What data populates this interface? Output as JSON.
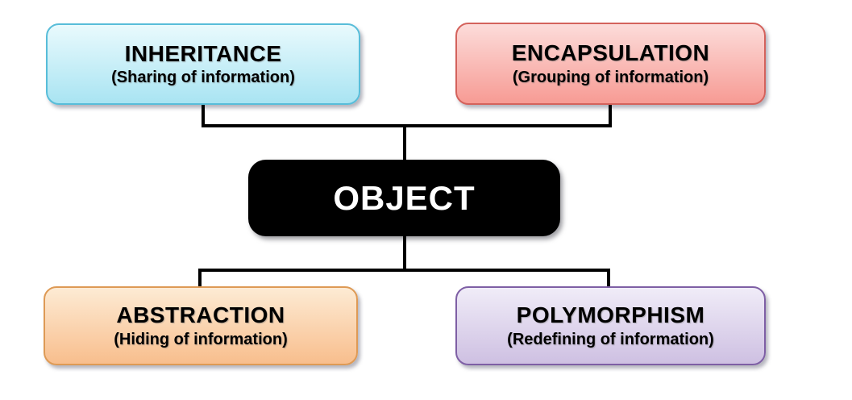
{
  "diagram": {
    "title": "Object oriented programming concepts around OBJECT",
    "center": {
      "label": "OBJECT",
      "fill": "#000000",
      "text_color": "#FFFFFF"
    },
    "nodes": [
      {
        "id": "inheritance",
        "title": "INHERITANCE",
        "subtitle": "(Sharing of information)",
        "fill_top": "#E9FAFD",
        "fill_bottom": "#A9E4F2",
        "border_color": "#58BDD9",
        "position": "top-left"
      },
      {
        "id": "encapsulation",
        "title": "ENCAPSULATION",
        "subtitle": "(Grouping of information)",
        "fill_top": "#FCDCDA",
        "fill_bottom": "#F79B94",
        "border_color": "#D4625C",
        "position": "top-right"
      },
      {
        "id": "abstraction",
        "title": "ABSTRACTION",
        "subtitle": "(Hiding of information)",
        "fill_top": "#FDEBD4",
        "fill_bottom": "#F8BE8D",
        "border_color": "#DE9A55",
        "position": "bottom-left"
      },
      {
        "id": "polymorphism",
        "title": "POLYMORPHISM",
        "subtitle": "(Redefining of information)",
        "fill_top": "#F0ECF8",
        "fill_bottom": "#CEC0E2",
        "border_color": "#7E5FA5",
        "position": "bottom-right"
      }
    ],
    "colors": {
      "connector": "#000000",
      "background": "#FFFFFF",
      "node_text": "#000000"
    }
  }
}
